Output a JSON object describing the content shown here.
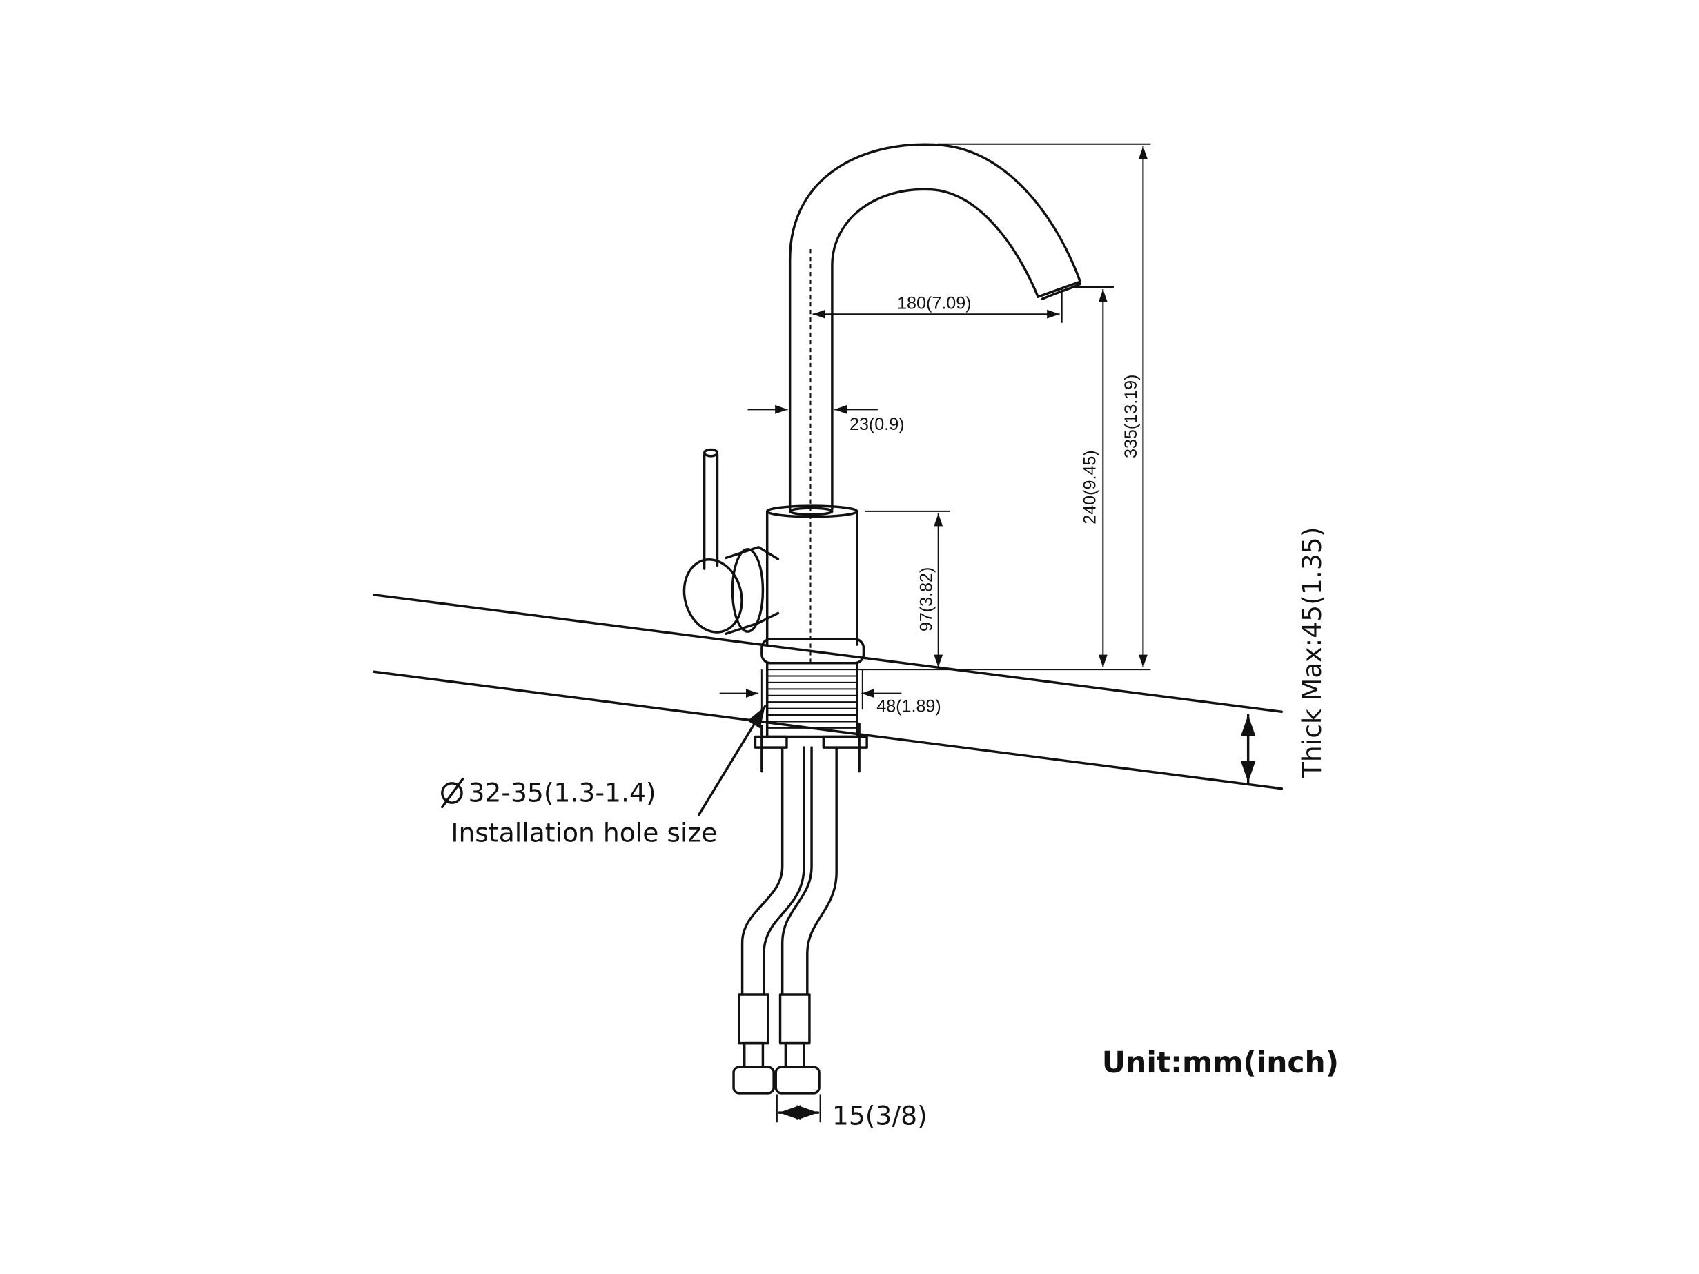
{
  "dimensions": {
    "spout_reach": "180(7.09)",
    "tube_diameter": "23(0.9)",
    "spout_height": "240(9.45)",
    "total_height": "335(13.19)",
    "body_height": "97(3.82)",
    "base_diameter": "48(1.89)",
    "thick_max": "Thick Max:45(1.35)",
    "hose_connector": "15(3/8)"
  },
  "hole": {
    "size": "32-35(1.3-1.4)",
    "label": "Installation hole size"
  },
  "unit_label": "Unit:mm(inch)",
  "colors": {
    "line": "#111111",
    "background": "#ffffff"
  }
}
